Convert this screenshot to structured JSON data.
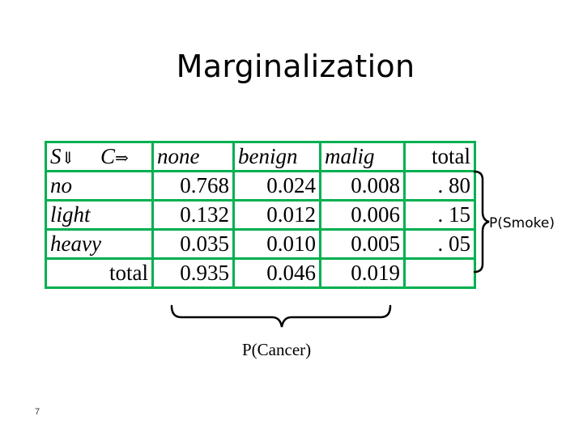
{
  "slide": {
    "title": "Marginalization",
    "page_number": "7"
  },
  "table": {
    "corner": {
      "row_var": "S",
      "col_var": "C",
      "down_arrow": "⇓",
      "right_arrow": "⇒"
    },
    "columns": [
      "none",
      "benign",
      "malig",
      "total"
    ],
    "rows": [
      {
        "label": "no",
        "cells": [
          "0.768",
          "0.024",
          "0.008",
          ". 80"
        ]
      },
      {
        "label": "light",
        "cells": [
          "0.132",
          "0.012",
          "0.006",
          ". 15"
        ]
      },
      {
        "label": "heavy",
        "cells": [
          "0.035",
          "0.010",
          "0.005",
          ". 05"
        ]
      },
      {
        "label": "total",
        "cells": [
          "0.935",
          "0.046",
          "0.019",
          ""
        ]
      }
    ],
    "border_color": "#00b050"
  },
  "annotations": {
    "smoke": "P(Smoke)",
    "cancer": "P(Cancer)"
  }
}
